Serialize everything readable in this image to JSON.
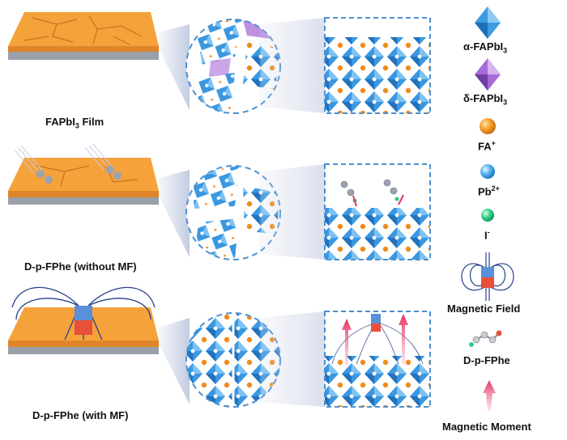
{
  "rows": [
    {
      "caption_main": "FAPbI",
      "caption_sub": "3",
      "caption_tail": " Film"
    },
    {
      "caption": "D-p-FPhe (without MF)"
    },
    {
      "caption": "D-p-FPhe (with MF)"
    }
  ],
  "legend": {
    "alpha": {
      "main": "α-FAPbI",
      "sub": "3"
    },
    "delta": {
      "main": "δ-FAPbI",
      "sub": "3"
    },
    "fa": {
      "main": "FA",
      "sup": "+"
    },
    "pb": {
      "main": "Pb",
      "sup": "2+"
    },
    "iodide": {
      "main": "I",
      "sup": "-"
    },
    "magnetic_field": "Magnetic Field",
    "molecule": "D-p-FPhe",
    "magnetic_moment": "Magnetic Moment"
  },
  "colors": {
    "film_top": "#f5a23a",
    "film_side": "#e0842a",
    "substrate": "#b8bcc4",
    "octahedron": "#3d9be0",
    "delta_phase": "#a86ad8",
    "fa_cation": "#f08c1c",
    "pb_ion": "#4aa8ea",
    "iodide": "#2fcf82",
    "field_lines": "#27408a",
    "magnet_blue": "#5a90d8",
    "magnet_red": "#e8503a",
    "moment_arrow": "#e8386a",
    "dashed_border": "#4b8fd0"
  },
  "icons": [
    "alpha-octahedron-icon",
    "delta-octahedron-icon",
    "fa-sphere-icon",
    "pb-sphere-icon",
    "iodide-sphere-icon",
    "magnet-icon",
    "molecule-icon",
    "moment-arrow-icon"
  ]
}
